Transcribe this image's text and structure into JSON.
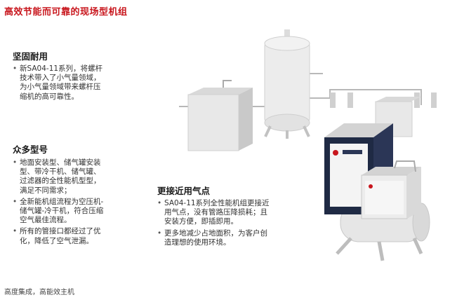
{
  "colors": {
    "accent": "#c8161d",
    "machine_dark": "#1f2a44",
    "equipment": "#e6e6e6"
  },
  "title": "高效节能而可靠的现场型机组",
  "sections": [
    {
      "heading": "坚固耐用",
      "items": [
        "新SA04-11系列，将螺杆\n技术带入了小气量领域，\n为小气量领域带来螺杆压\n缩机的高可靠性。"
      ]
    },
    {
      "heading": "众多型号",
      "items": [
        "地面安装型、储气罐安装\n型、带冷干机、储气罐、\n过滤器的全性能机型型，\n满足不同需求；",
        "全新能机组流程为空压机-\n储气罐-冷干机，符合压缩\n空气最佳流程。",
        "所有的管接口都经过了优\n化，降低了空气泄漏。"
      ]
    },
    {
      "heading": "更接近用气点",
      "items": [
        "SA04-11系列全性能机组更接近\n用气点，没有管路压降损耗；且\n安装方便，即插即用。",
        "更多地减少占地面积，为客户创\n造理想的使用环境。"
      ]
    }
  ],
  "footer": "高度集成，高能效主机",
  "icons": {
    "cabinet": "dryer-cabinet-icon",
    "tank": "vertical-air-tank-icon",
    "filters": "filter-units-icon",
    "compressor": "compressor-unit-icon"
  }
}
